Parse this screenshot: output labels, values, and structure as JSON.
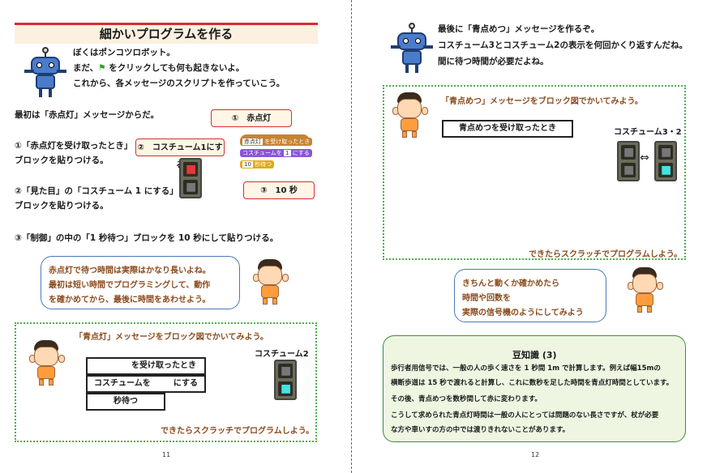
{
  "left": {
    "title": "細かいプログラムを作る",
    "intro": [
      "ぼくはポンコツロボット。",
      "まだ、",
      "をクリックしても何も起きないよ。",
      "これから、各メッセージのスクリプトを作っていこう。"
    ],
    "section_title": "最初は「赤点灯」メッセージからだ。",
    "step1": [
      "①「赤点灯を受け取ったとき」",
      "ブロックを貼りつける。"
    ],
    "step2": [
      "②「見た目」の「コスチューム 1 にする」",
      "ブロックを貼りつける。"
    ],
    "step3": "③「制御」の中の「1 秒待つ」ブロックを 10 秒にして貼りつける。",
    "callouts": {
      "c1": "①　赤点灯",
      "c2": "②　コスチューム1にする",
      "c3": "③　10 秒"
    },
    "scratch": {
      "b1a": "赤点灯",
      "b1b": "を受け取ったとき",
      "b2a": "コスチュームを",
      "b2b": "1",
      "b2c": "にする",
      "b3a": "10",
      "b3b": "秒待つ"
    },
    "speech": [
      "赤点灯で待つ時間は実際はかなり長いよね。",
      "最初は短い時間でプログラミングして、動作",
      "を確かめてから、最後に時間をあわせよう。"
    ],
    "exercise": {
      "title": "「青点灯」メッセージをブロック図でかいてみよう。",
      "costume": "コスチューム2",
      "blocks": [
        "を受け取ったとき",
        "コスチュームを",
        "にする",
        "秒待つ"
      ],
      "footer": "できたらスクラッチでプログラムしよう。"
    },
    "page_num": "11"
  },
  "right": {
    "intro": [
      "最後に「青点めつ」メッセージを作るぞ。",
      "コスチューム3とコスチューム2の表示を何回かくり返すんだね。",
      "間に待つ時間が必要だよね。"
    ],
    "exercise": {
      "title": "「青点めつ」メッセージをブロック図でかいてみよう。",
      "block": "青点めつを受け取ったとき",
      "costume": "コスチューム3・2",
      "arrow": "⇔",
      "footer": "できたらスクラッチでプログラムしよう。"
    },
    "speech": [
      "きちんと動くか確かめたら",
      "時間や回数を",
      "実際の信号機のようにしてみよう"
    ],
    "trivia": {
      "title": "豆知識 (3)",
      "lines": [
        "歩行者用信号では、一般の人の歩く速さを 1 秒間 1m で計算します。例えば幅15mの",
        "横断歩道は 15 秒で渡れると計算し、これに数秒を足した時間を青点灯時間としています。",
        "その後、青点めつを数秒間して赤に変わります。",
        "こうして求められた青点灯時間は一般の人にとっては問題のない長さですが、杖が必要",
        "な方や車いすの方の中では渡りきれないことがあります。"
      ]
    },
    "page_num": "12"
  },
  "colors": {
    "title_bar": "#d32f2f",
    "dotted_border": "#4caf50",
    "speech_border": "#4a79b5",
    "trivia_bg": "#eef6e2",
    "scratch_event": "#c88330",
    "scratch_looks": "#8a55d7",
    "scratch_control": "#e1a91a"
  },
  "icons": [
    "green-flag-icon",
    "robot-mascot",
    "boy-mascot",
    "traffic-light-red",
    "traffic-light-walk",
    "traffic-light-off",
    "traffic-light-blink"
  ]
}
